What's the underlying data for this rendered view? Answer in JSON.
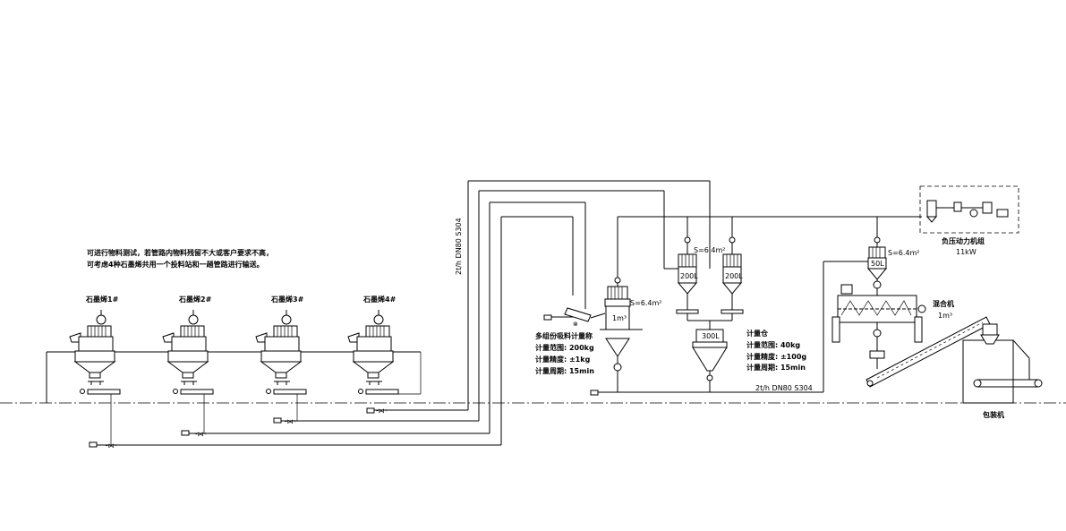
{
  "notes": {
    "line1": "可进行物料测试，若管路内物料残留不大或客户要求不高，",
    "line2": "可考虑4种石墨烯共用一个投料站和一趟管路进行输送。"
  },
  "stations": [
    {
      "label": "石墨烯1#"
    },
    {
      "label": "石墨烯2#"
    },
    {
      "label": "石墨烯3#"
    },
    {
      "label": "石墨烯4#"
    }
  ],
  "pipe_spec_vertical": "2t/h DN80 S304",
  "pipe_spec_horizontal": "2t/h DN80 S304",
  "receiver_filter": "S=6.4m²",
  "receiver_filter_2": "S=6.4m²",
  "receiver_filter_3": "S=6.4m²",
  "scale_main": {
    "volume": "1m³",
    "title": "多组份吸料计量称",
    "range": "计量范围: 200kg",
    "precision": "计量精度: ±1kg",
    "cycle": "计量周期: 15min"
  },
  "small_bins": [
    {
      "volume": "200L"
    },
    {
      "volume": "200L"
    }
  ],
  "scale_small": {
    "volume": "300L",
    "title": "计量仓",
    "range": "计量范围: 40kg",
    "precision": "计量精度: ±100g",
    "cycle": "计量周期: 15min"
  },
  "vacuum_unit": {
    "label": "负压动力机组",
    "power": "11kW"
  },
  "mixer_bin": {
    "volume": "50L"
  },
  "mixer": {
    "label": "混合机",
    "volume": "1m³"
  },
  "packer": {
    "label": "包装机"
  }
}
